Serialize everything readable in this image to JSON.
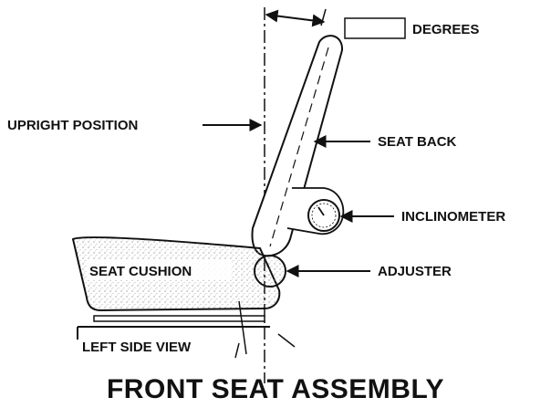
{
  "labels": {
    "degrees": "DEGREES",
    "upright_position": "UPRIGHT POSITION",
    "seat_back": "SEAT BACK",
    "inclinometer": "INCLINOMETER",
    "adjuster": "ADJUSTER",
    "seat_cushion": "SEAT CUSHION",
    "left_side_view": "LEFT SIDE VIEW"
  },
  "caption": "FRONT SEAT ASSEMBLY",
  "degrees_value": ""
}
